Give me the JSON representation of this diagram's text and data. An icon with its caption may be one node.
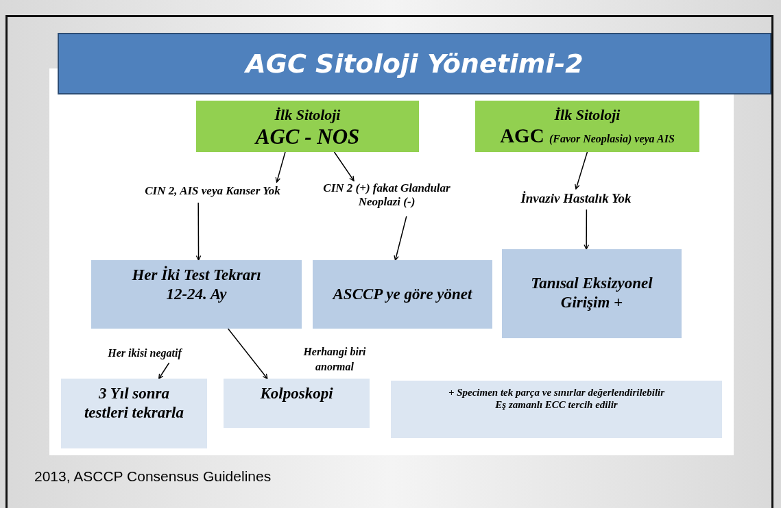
{
  "diagram": {
    "title": "AGC Sitoloji Yönetimi-2",
    "caption": "2013, ASCCP Consensus Guidelines",
    "nodes": [
      {
        "text": [
          "İlk Sitoloji",
          "AGC - NOS"
        ]
      },
      {
        "text": [
          "İlk Sitoloji",
          "AGC *(Favor Neoplasia) veya AIS*"
        ]
      },
      {
        "text": [
          "CIN 2, AIS veya Kanser Yok"
        ]
      },
      {
        "text": [
          "CIN 2 (+) fakat Glandular Neoplazi (-)"
        ]
      },
      {
        "text": [
          "İnvaziv Hastalık Yok"
        ]
      },
      {
        "text": [
          "Her İki Test Tekrarı 12-24. Ay"
        ]
      },
      {
        "text": [
          "ASCCP ye göre yönet"
        ]
      },
      {
        "text": [
          "Tanısal Eksizyonel Girişim +"
        ]
      },
      {
        "text": [
          "Her ikisi negatif"
        ]
      },
      {
        "text": [
          "3 Yıl sonra testleri tekrarla"
        ]
      },
      {
        "text": [
          "Kolposkopi"
        ]
      },
      {
        "text": [
          "+ Specimen tek parça ve sınırlar değerlendirilebilir",
          "Eş zamanlı ECC tercih edilir"
        ]
      }
    ],
    "edges": [
      {
        "from": 0,
        "to": 2,
        "arrow": "to"
      },
      {
        "from": 0,
        "to": 3,
        "arrow": "to"
      },
      {
        "from": 2,
        "to": 5,
        "arrow": "to"
      },
      {
        "from": 3,
        "to": 6,
        "arrow": "to"
      },
      {
        "from": 1,
        "to": 4,
        "arrow": "to"
      },
      {
        "from": 4,
        "to": 7,
        "arrow": "to"
      },
      {
        "from": 8,
        "to": 9,
        "arrow": "to"
      },
      {
        "from": 5,
        "to": 10,
        "arrow": "to",
        "label": "Herhangi biri anormal"
      }
    ]
  }
}
